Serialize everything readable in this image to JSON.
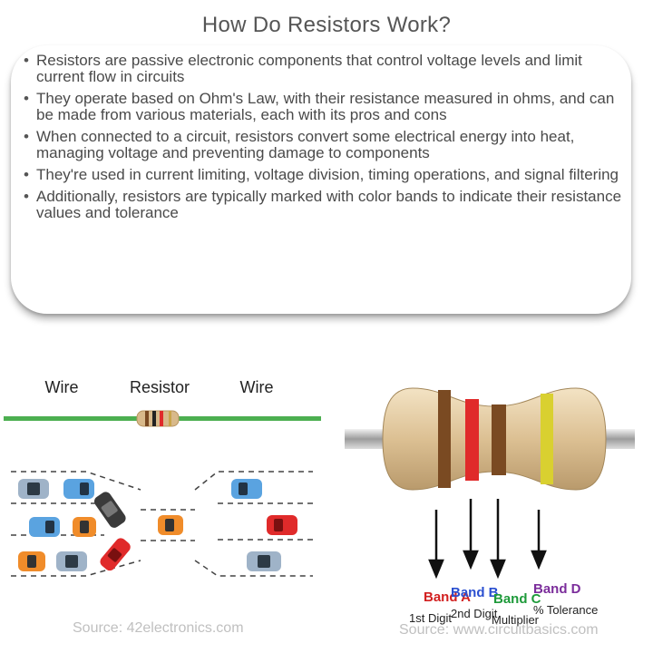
{
  "title": "How Do Resistors Work?",
  "bullets": [
    "Resistors are passive electronic components that control voltage levels and limit current flow in circuits",
    "They operate based on Ohm's Law, with their resistance measured in ohms, and can be made from various materials, each with its pros and cons",
    "When connected to a circuit, resistors convert some electrical energy into heat, managing voltage and preventing damage to components",
    "They're used in current limiting, voltage division, timing operations, and signal filtering",
    "Additionally, resistors are typically marked with color bands to indicate their resistance values and tolerance"
  ],
  "left_figure": {
    "labels": {
      "wire_left": "Wire",
      "resistor": "Resistor",
      "wire_right": "Wire"
    },
    "source": "Source: 42electronics.com"
  },
  "right_figure": {
    "bands": [
      {
        "name": "Band A",
        "desc": "1st Digit",
        "color": "#d22020"
      },
      {
        "name": "Band B",
        "desc": "2nd Digit",
        "color": "#2a4fd0"
      },
      {
        "name": "Band C",
        "desc": "Multiplier",
        "color": "#1e9a3a"
      },
      {
        "name": "Band D",
        "desc": "% Tolerance",
        "color": "#7b2d9b"
      }
    ],
    "source": "Source: www.circuitbasics.com"
  },
  "colors": {
    "wire": "#4caf50",
    "resistor_body": "#e2c9a0",
    "band_brown": "#7a4a22",
    "band_red": "#e02a2a",
    "band_gold": "#d9d030"
  }
}
